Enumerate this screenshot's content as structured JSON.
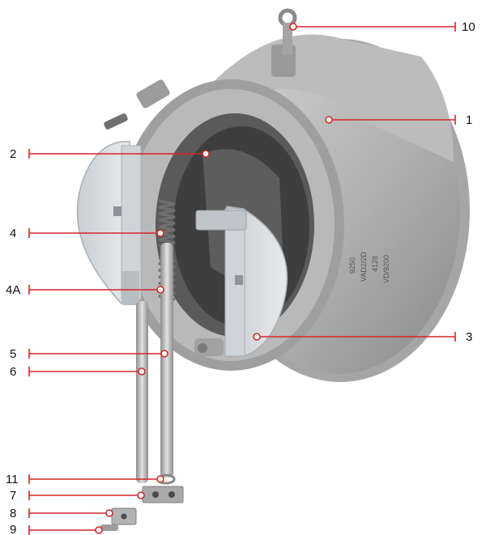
{
  "colors": {
    "leader": "#d4262b",
    "body_light": "#c9c9c9",
    "body_mid": "#a9a9a9",
    "body_dark": "#7f7f7f",
    "bore_dark": "#4a4a4a",
    "plate": "#d9dde0",
    "pin": "#b8b8b8",
    "text": "#111111"
  },
  "callouts": [
    {
      "id": "10",
      "label": "10"
    },
    {
      "id": "1",
      "label": "1"
    },
    {
      "id": "2",
      "label": "2"
    },
    {
      "id": "4",
      "label": "4"
    },
    {
      "id": "4A",
      "label": "4A"
    },
    {
      "id": "3",
      "label": "3"
    },
    {
      "id": "5",
      "label": "5"
    },
    {
      "id": "6",
      "label": "6"
    },
    {
      "id": "11",
      "label": "11"
    },
    {
      "id": "7",
      "label": "7"
    },
    {
      "id": "8",
      "label": "8"
    },
    {
      "id": "9",
      "label": "9"
    }
  ],
  "body_markings": [
    "9250",
    "VAD2/2D",
    "4128",
    "VD/9200"
  ]
}
